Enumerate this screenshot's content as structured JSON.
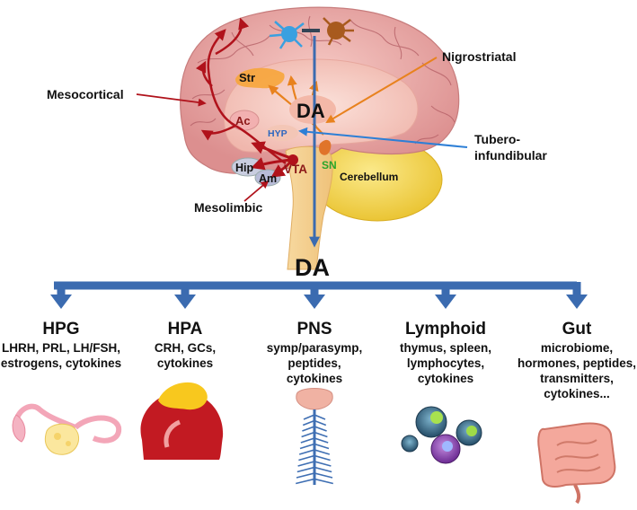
{
  "colors": {
    "dopamine_red": "#b0121b",
    "nigrostriatal_orange": "#e8821e",
    "tubero_blue": "#2d7fd6",
    "arrow_steel": "#3b6bb0",
    "cortex_pink": "#e9a3a3",
    "cerebellum_yellow": "#f2d54a"
  },
  "brain": {
    "labels": {
      "str": "Str",
      "da": "DA",
      "ac": "Ac",
      "hyp": "HYP",
      "hip": "Hip",
      "am": "Am",
      "vta": "VTA",
      "sn": "SN",
      "cerebellum": "Cerebellum"
    }
  },
  "pathways": {
    "mesocortical": "Mesocortical",
    "nigrostriatal": "Nigrostriatal",
    "tubero": [
      "Tubero-",
      "infundibular"
    ],
    "mesolimbic": "Mesolimbic"
  },
  "hub": {
    "label": "DA"
  },
  "targets": [
    {
      "name": "HPG",
      "lines": [
        "LHRH, PRL, LH/FSH,",
        "estrogens, cytokines"
      ],
      "icon": "ovary-uterus-icon"
    },
    {
      "name": "HPA",
      "lines": [
        "CRH, GCs,",
        "cytokines"
      ],
      "icon": "adrenal-kidney-icon"
    },
    {
      "name": "PNS",
      "lines": [
        "symp/parasymp,",
        "peptides,",
        "cytokines"
      ],
      "icon": "spinal-cord-icon"
    },
    {
      "name": "Lymphoid",
      "lines": [
        "thymus, spleen,",
        "lymphocytes,",
        "cytokines"
      ],
      "icon": "lymphocytes-icon"
    },
    {
      "name": "Gut",
      "lines": [
        "microbiome,",
        "hormones, peptides,",
        "transmitters,",
        "cytokines..."
      ],
      "icon": "intestine-icon"
    }
  ]
}
